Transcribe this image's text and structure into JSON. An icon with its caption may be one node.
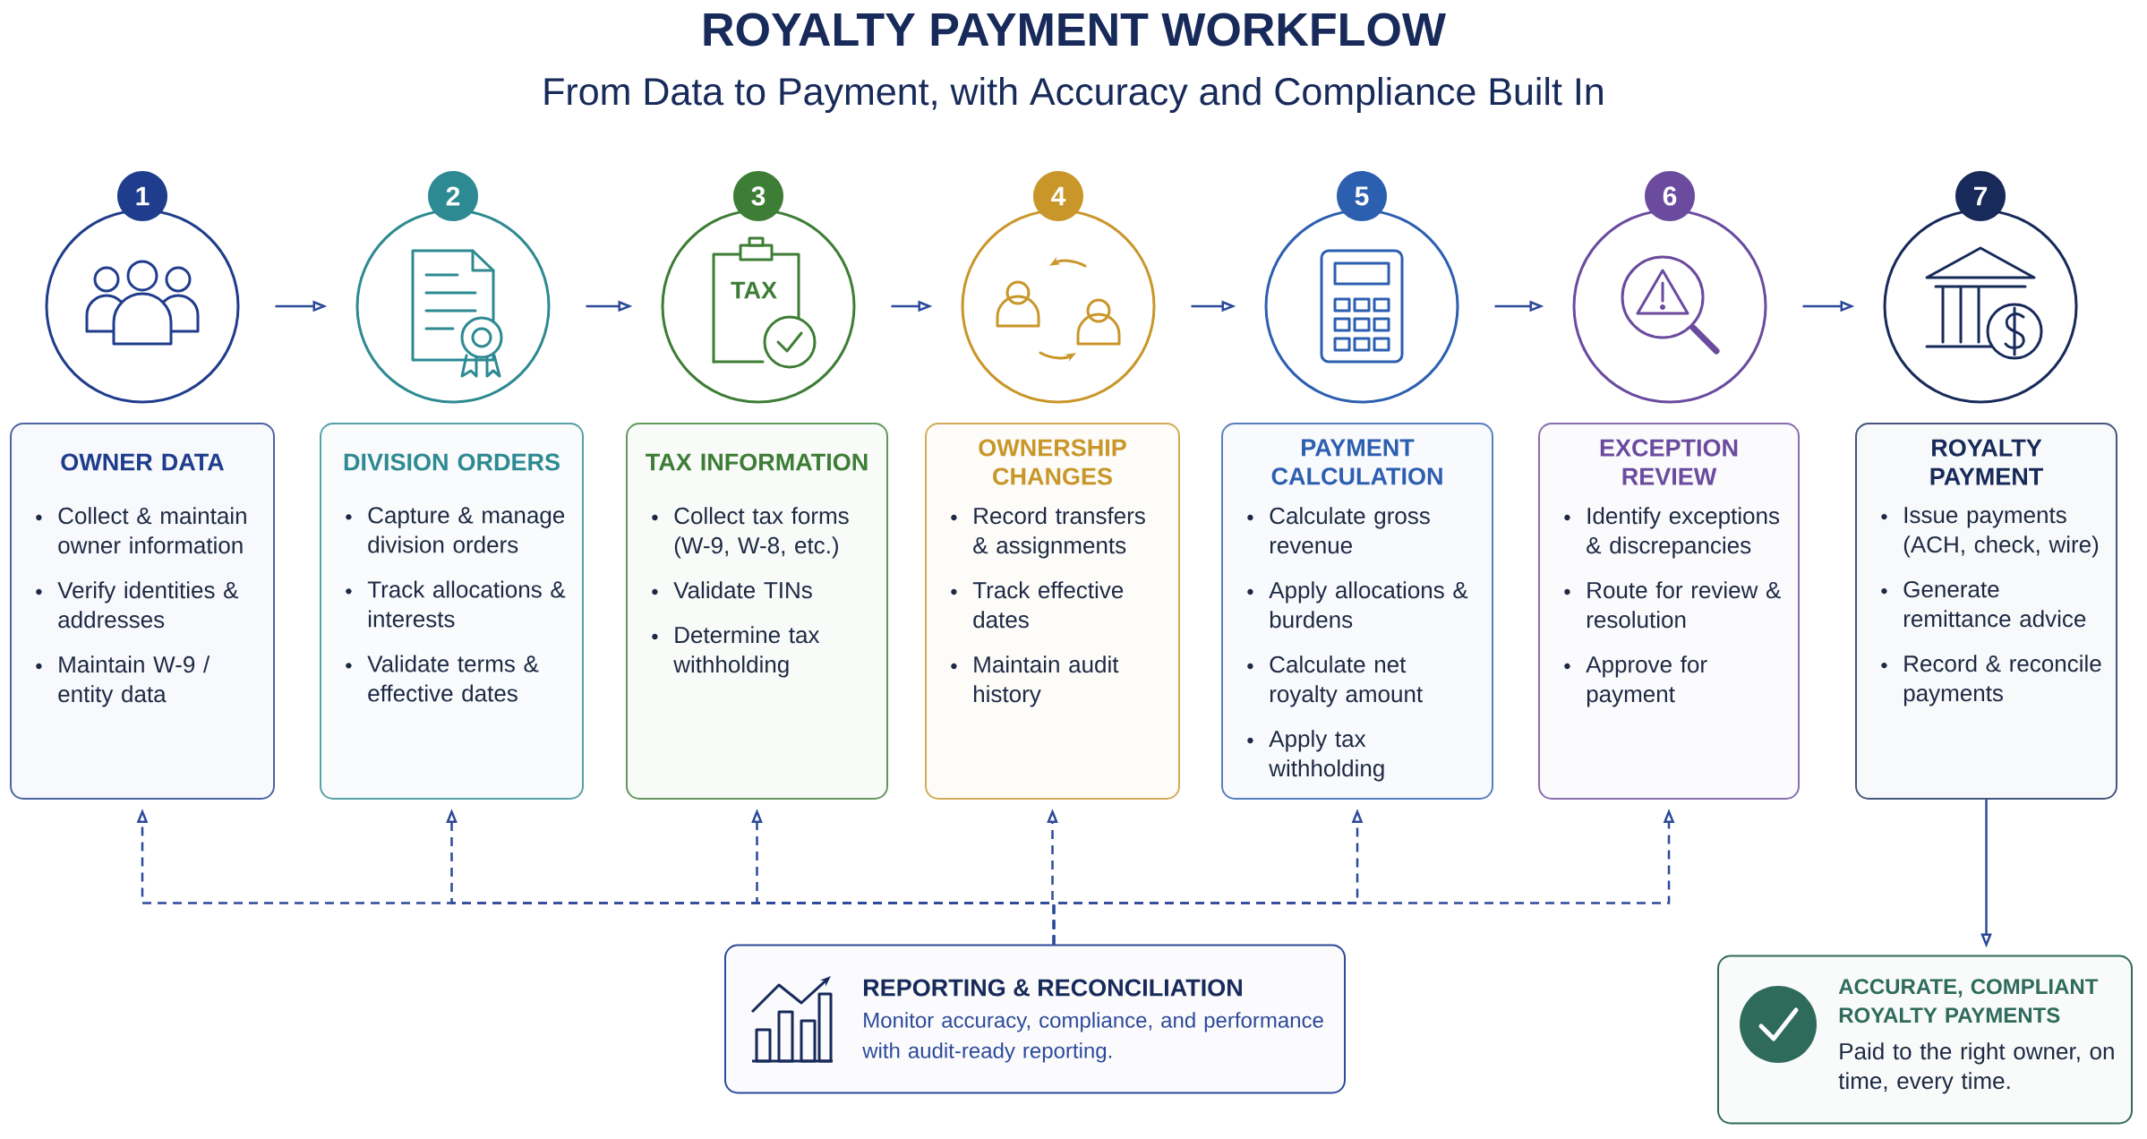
{
  "diagram": {
    "title": "ROYALTY PAYMENT WORKFLOW",
    "caption": "From Data to Payment, with Accuracy and Compliance Built In",
    "nodes": [
      {
        "text": [
          "1"
        ]
      },
      {
        "text": [
          "2"
        ]
      },
      {
        "text": [
          "3",
          "TAX"
        ]
      },
      {
        "text": [
          "4"
        ]
      },
      {
        "text": [
          "5"
        ]
      },
      {
        "text": [
          "6"
        ]
      },
      {
        "text": [
          "7"
        ]
      },
      {
        "text": [
          "OWNER DATA",
          "Collect & maintain owner information",
          "Verify identities & addresses",
          "Maintain W-9 / entity data"
        ]
      },
      {
        "text": [
          "DIVISION ORDERS",
          "Capture & manage division orders",
          "Track allocations & interests",
          "Validate terms & effective dates"
        ]
      },
      {
        "text": [
          "TAX INFORMATION",
          "Collect tax forms (W-9, W-8, etc.)",
          "Validate TINs",
          "Determine tax withholding"
        ]
      },
      {
        "text": [
          "OWNERSHIP CHANGES",
          "Record transfers & assignments",
          "Track effective dates",
          "Maintain audit history"
        ]
      },
      {
        "text": [
          "PAYMENT CALCULATION",
          "Calculate gross revenue",
          "Apply allocations & burdens",
          "Calculate net royalty amount",
          "Apply tax withholding"
        ]
      },
      {
        "text": [
          "EXCEPTION REVIEW",
          "Identify exceptions & discrepancies",
          "Route for review & resolution",
          "Approve for payment"
        ]
      },
      {
        "text": [
          "ROYALTY PAYMENT",
          "Issue payments (ACH, check, wire)",
          "Generate remittance advice",
          "Record & reconcile payments"
        ]
      },
      {
        "text": [
          "REPORTING & RECONCILIATION",
          "Monitor accuracy, compliance, and performance with audit-ready reporting."
        ]
      },
      {
        "text": [
          "ACCURATE, COMPLIANT ROYALTY PAYMENTS",
          "Paid to the right owner, on time, every time."
        ]
      }
    ],
    "edges": [
      {
        "from": 0,
        "to": 1,
        "arrow": "to"
      },
      {
        "from": 1,
        "to": 2,
        "arrow": "to"
      },
      {
        "from": 2,
        "to": 3,
        "arrow": "to"
      },
      {
        "from": 3,
        "to": 4,
        "arrow": "to"
      },
      {
        "from": 4,
        "to": 5,
        "arrow": "to"
      },
      {
        "from": 5,
        "to": 6,
        "arrow": "to"
      },
      {
        "from": 14,
        "to": 7,
        "arrow": "to",
        "style": "dashed"
      },
      {
        "from": 14,
        "to": 8,
        "arrow": "to",
        "style": "dashed"
      },
      {
        "from": 14,
        "to": 9,
        "arrow": "to",
        "style": "dashed"
      },
      {
        "from": 14,
        "to": 10,
        "arrow": "to",
        "style": "dashed"
      },
      {
        "from": 14,
        "to": 11,
        "arrow": "to",
        "style": "dashed"
      },
      {
        "from": 14,
        "to": 12,
        "arrow": "to",
        "style": "dashed"
      },
      {
        "from": 13,
        "to": 15,
        "arrow": "to"
      }
    ]
  }
}
